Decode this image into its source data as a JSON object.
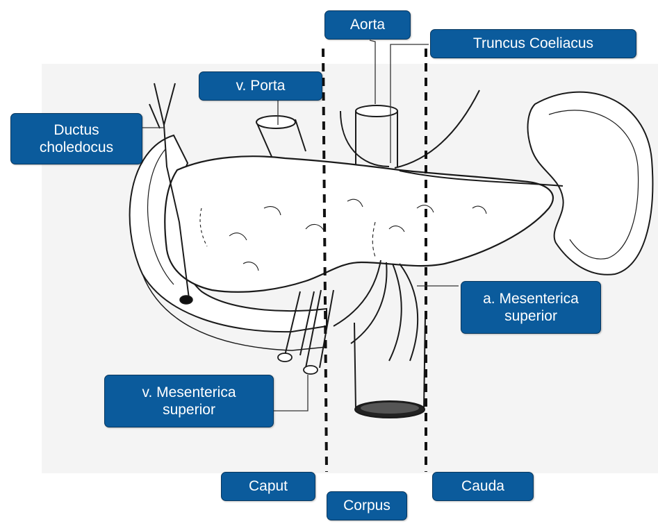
{
  "labels": {
    "aorta": "Aorta",
    "truncus_coeliacus": "Truncus Coeliacus",
    "v_porta": "v. Porta",
    "ductus_choledocus": [
      "Ductus",
      "choledocus"
    ],
    "a_mesenterica_superior": [
      "a. Mesenterica",
      "superior"
    ],
    "v_mesenterica_superior": [
      "v. Mesenterica",
      "superior"
    ],
    "caput": "Caput",
    "corpus": "Corpus",
    "cauda": "Cauda"
  },
  "colors": {
    "label_fill": "#0b5b9c",
    "label_text": "#ffffff",
    "outline": "#1a1a1a",
    "background": "#f4f4f4"
  }
}
